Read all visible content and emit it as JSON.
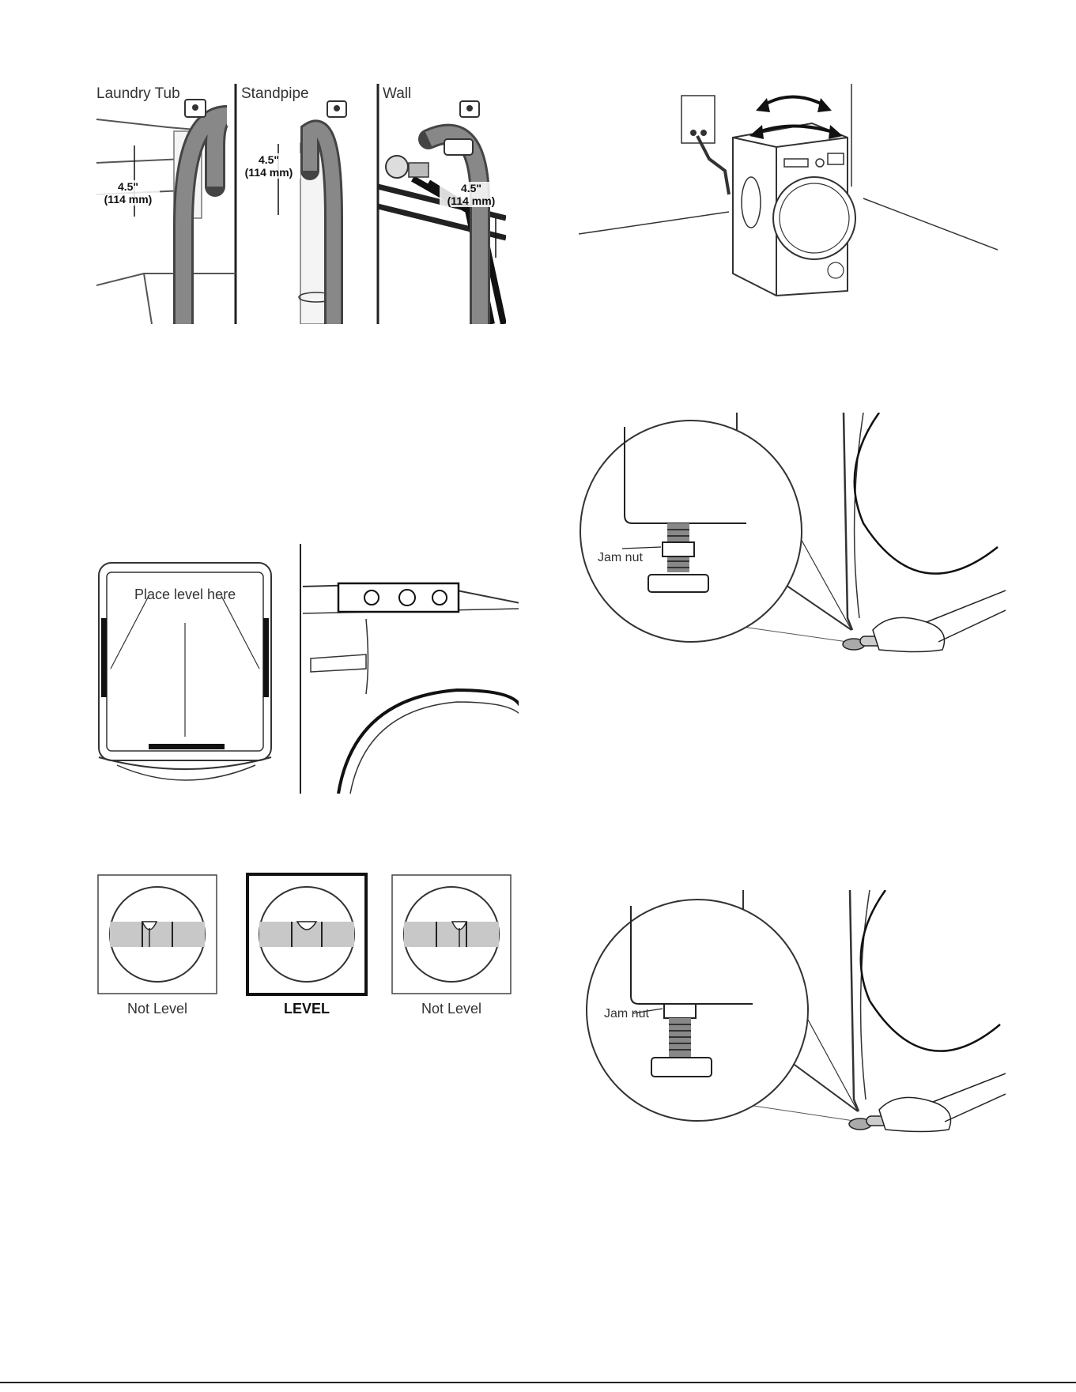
{
  "drain_panels": [
    {
      "label": "Laundry Tub",
      "dim_in": "4.5\"",
      "dim_mm": "(114 mm)"
    },
    {
      "label": "Standpipe",
      "dim_in": "4.5\"",
      "dim_mm": "(114 mm)"
    },
    {
      "label": "Wall",
      "dim_in": "4.5\"",
      "dim_mm": "(114 mm)"
    }
  ],
  "level_figure": {
    "place_label": "Place level here"
  },
  "bubbles": [
    {
      "label": "Not Level",
      "bold": false
    },
    {
      "label": "LEVEL",
      "bold": true
    },
    {
      "label": "Not Level",
      "bold": false
    }
  ],
  "foot_figures": [
    {
      "jam_label": "Jam nut"
    },
    {
      "jam_label": "Jam nut"
    }
  ]
}
